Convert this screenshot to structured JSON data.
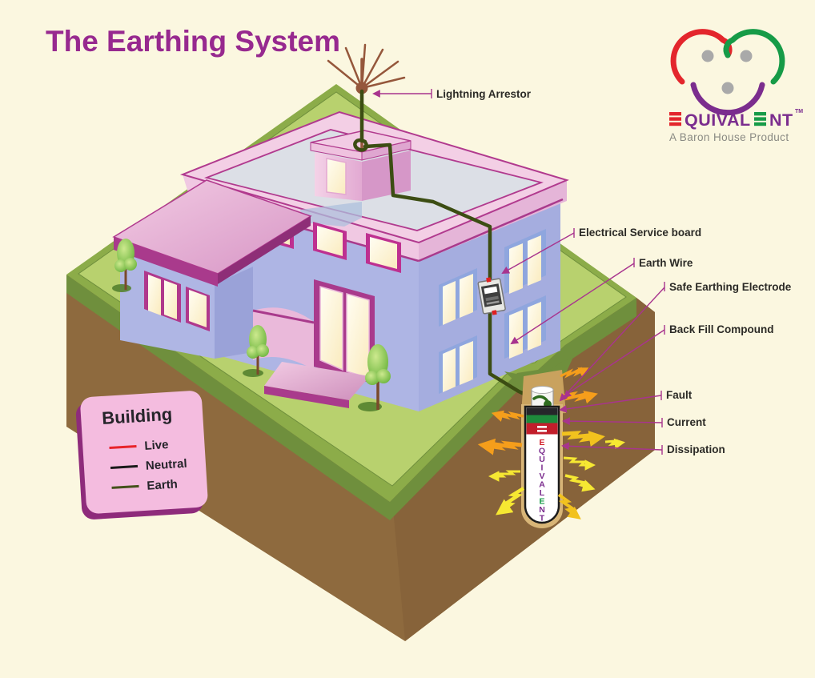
{
  "title": "The Earthing System",
  "logo": {
    "name": "EQUIVALENT",
    "seg_mid": "QUIVAL",
    "seg_end": "NT",
    "tm": "TM",
    "tagline": "A Baron House Product",
    "colors": {
      "red": "#E3262C",
      "green": "#169B47",
      "purple": "#7B2D8E",
      "gray_dot": "#A9A9A9",
      "tagline_gray": "#8A8A83"
    }
  },
  "callouts": [
    {
      "text": "Lightning Arrestor"
    },
    {
      "text": "Electrical Service board"
    },
    {
      "text": "Earth Wire"
    },
    {
      "text": "Safe Earthing Electrode"
    },
    {
      "text": "Back Fill Compound"
    },
    {
      "text": "Fault"
    },
    {
      "text": "Current"
    },
    {
      "text": "Dissipation"
    }
  ],
  "legend": {
    "title": "Building",
    "items": [
      {
        "label": "Live",
        "color": "#E8232A"
      },
      {
        "label": "Neutral",
        "color": "#1A1A1A"
      },
      {
        "label": "Earth",
        "color": "#44511B"
      }
    ]
  },
  "electrode": {
    "brand_vertical": "EQUIVALENT",
    "letters": [
      "E",
      "Q",
      "U",
      "I",
      "V",
      "A",
      "L",
      "E",
      "N",
      "T"
    ],
    "letter_colors": [
      "#D21F2B",
      "#7B2D8E",
      "#7B2D8E",
      "#7B2D8E",
      "#7B2D8E",
      "#7B2D8E",
      "#7B2D8E",
      "#169B47",
      "#7B2D8E",
      "#7B2D8E"
    ]
  },
  "colors": {
    "background": "#FBF7E0",
    "title_purple": "#97298F",
    "leader_magenta": "#A8348E",
    "lawn_light": "#B8D16E",
    "lawn_border": "#8CAC49",
    "lawn_side": "#6F8F3D",
    "soil": "#8E6A3E",
    "wall_front": "#AEB5E4",
    "wall_right": "#A5ADDF",
    "trim_magenta": "#A93A8C",
    "parapet_pink": "#F3CFE5",
    "roof_gray": "#DCDFE6",
    "wire_green": "#3C4D13",
    "bolt_orange": "#F59E1B",
    "bolt_gold": "#F2C21E",
    "bolt_yellow": "#F6E832",
    "legend_pink": "#F4BCDF",
    "legend_shadow": "#8E2B7B"
  }
}
